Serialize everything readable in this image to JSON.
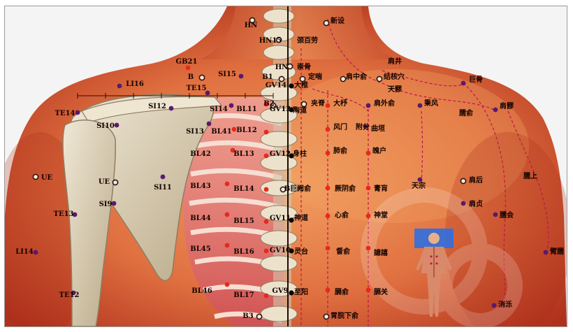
{
  "points": {
    "hn_top": "HN",
    "hn15": "HN15",
    "hn_mid": "HN",
    "gb21": "GB21",
    "b": "B",
    "si15": "SI15",
    "b1": "B1",
    "gv14": "GV14",
    "li16": "LI16",
    "te15": "TE15",
    "te14": "TE14",
    "si12": "SI12",
    "si14": "SI14",
    "bl11": "BL11",
    "b2": "B2",
    "gv13": "GV13",
    "si10": "SI10",
    "si13": "SI13",
    "bl41": "BL41",
    "bl12": "BL12",
    "bl42": "BL42",
    "bl13": "BL13",
    "gv12": "GV12",
    "ue_left": "UE",
    "ue_mid": "UE",
    "si11": "SI11",
    "bl43": "BL43",
    "bl14": "BL14",
    "b_mid": "B",
    "si9": "SI9",
    "te13": "TE13",
    "bl44": "BL44",
    "bl15": "BL15",
    "gv11": "GV11",
    "li14": "LI14",
    "bl45": "BL45",
    "bl16": "BL16",
    "gv10": "GV10",
    "te12": "TE12",
    "bl46": "BL46",
    "bl17": "BL17",
    "gv9": "GV9",
    "b3": "B3"
  },
  "chinese": {
    "xinshe": "新设",
    "jingbailao": "颈百劳",
    "chonggu": "崇骨",
    "jianjing": "肩井",
    "dingchuan": "定喘",
    "jianzhongshu": "肩中俞",
    "jiehexue": "结核穴",
    "jugu": "巨骨",
    "dazhui": "大椎",
    "tianliao": "天髎",
    "jiaji": "夹脊",
    "dazhu": "大杼",
    "jianwaishu": "肩外俞",
    "bingfeng": "秉风",
    "naoshu": "臑俞",
    "jianliao": "肩髎",
    "taodao": "陶道",
    "fengmen": "风门",
    "fufen": "附分",
    "quyuan": "曲垣",
    "shenzhu": "身柱",
    "feishu": "肺俞",
    "pohu": "魄户",
    "tianzong": "天宗",
    "jianhou": "肩后",
    "naoshang": "臑上",
    "jubique": "巨阙俞",
    "jueyinshu": "厥阴俞",
    "gaohuang": "膏肓",
    "jianzhen": "肩贞",
    "shendao": "神道",
    "xinshu": "心俞",
    "shentang": "神堂",
    "naohui": "臑会",
    "lingtai": "灵台",
    "dushu": "督俞",
    "yixi": "譩譆",
    "binao": "臂臑",
    "zhiyang": "至阳",
    "geshu": "膈俞",
    "geguan": "膈关",
    "xiaoluo": "消泺",
    "weiwanxiashu": "胃脘下俞"
  },
  "colors": {
    "skin_dark": "#b8321e",
    "skin_mid": "#e2703f",
    "skin_light": "#f4a86f",
    "bone": "#e6dcc8",
    "bone_shadow": "#a8987c",
    "acupoint_red": "#e8281e",
    "acupoint_purple": "#5a1a6c",
    "meridian_dashed": "#c0144a",
    "thumbnail_highlight": "#2f6fe0"
  },
  "icons": {
    "thumbnail": "body-figure-back-icon"
  }
}
